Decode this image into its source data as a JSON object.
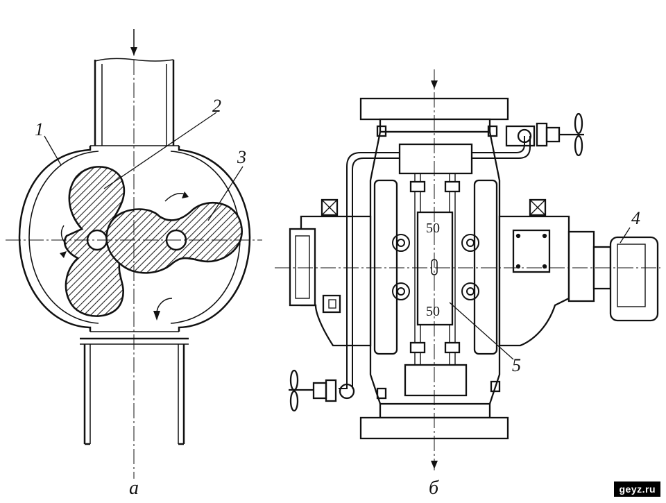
{
  "figure": {
    "view_a": {
      "caption": "а",
      "labels": {
        "casing": "1",
        "rotor_left": "2",
        "rotor_right": "3"
      }
    },
    "view_b": {
      "caption": "б",
      "labels": {
        "motor": "4",
        "sight_glass": "5"
      },
      "plate_top": "50",
      "plate_bottom": "50"
    },
    "watermark": "geyz.ru",
    "colors": {
      "ink": "#111111",
      "paper": "#ffffff",
      "hatch": "#222222"
    }
  }
}
